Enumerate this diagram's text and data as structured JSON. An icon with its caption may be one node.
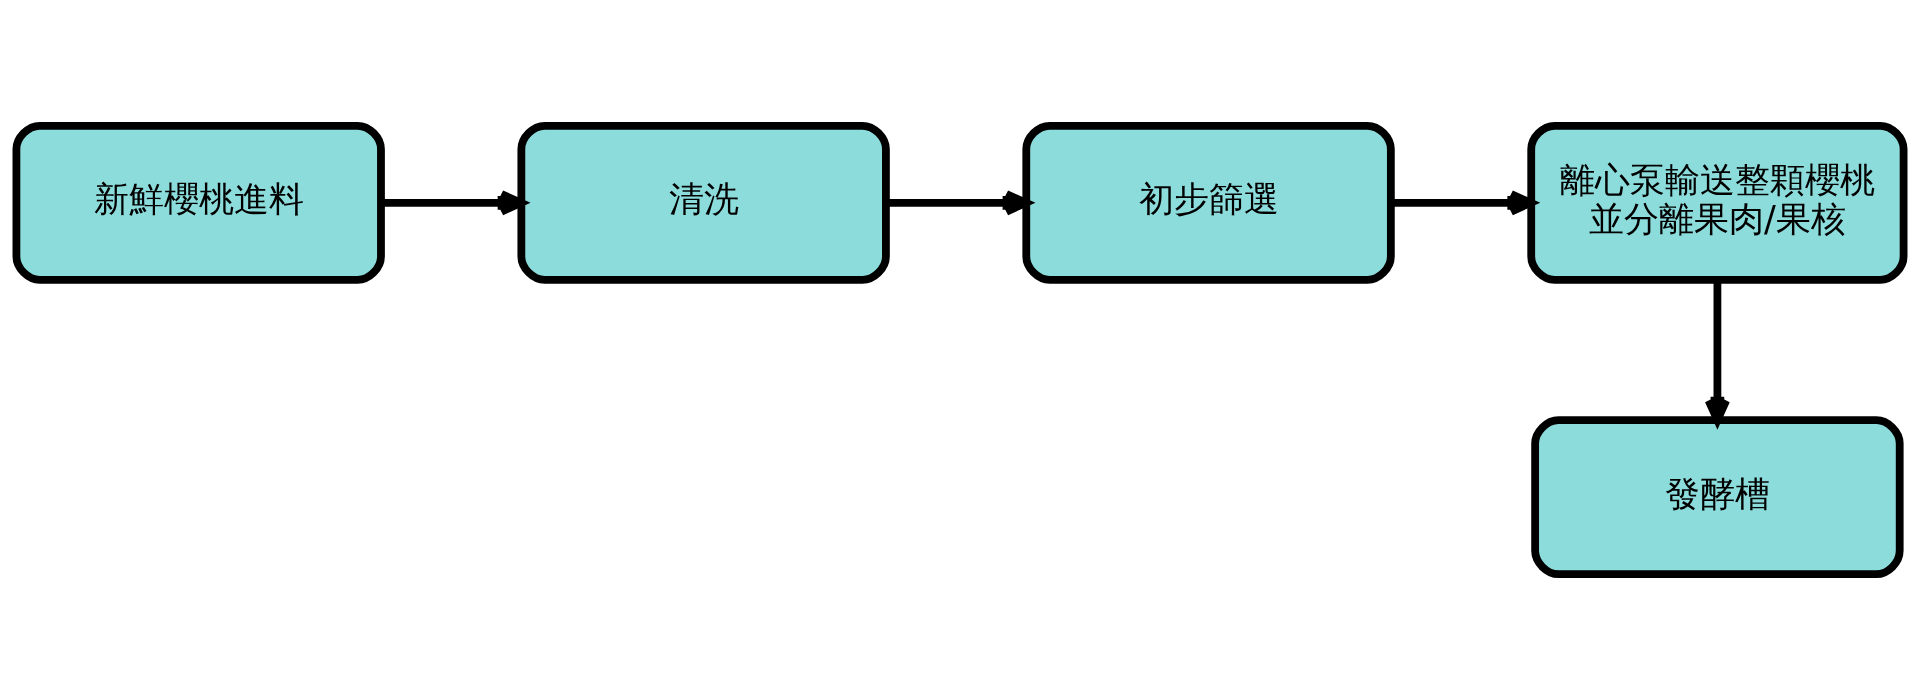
{
  "diagram": {
    "nodes": [
      {
        "text": [
          "新鮮櫻桃進料"
        ]
      },
      {
        "text": [
          "清洗"
        ]
      },
      {
        "text": [
          "初步篩選"
        ]
      },
      {
        "text": [
          "離心泵輸送整顆櫻桃並分離果肉/果核"
        ]
      },
      {
        "text": [
          "發酵槽"
        ]
      }
    ],
    "edges": [
      {
        "from": 0,
        "to": 1,
        "arrow": "to"
      },
      {
        "from": 1,
        "to": 2,
        "arrow": "to"
      },
      {
        "from": 2,
        "to": 3,
        "arrow": "to"
      },
      {
        "from": 3,
        "to": 4,
        "arrow": "to"
      }
    ]
  }
}
